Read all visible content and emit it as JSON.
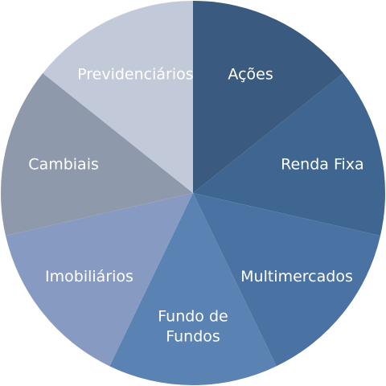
{
  "chart_data": {
    "type": "pie",
    "title": "",
    "categories": [
      "Ações",
      "Renda Fixa",
      "Multimercados",
      "Fundo de Fundos",
      "Imobiliários",
      "Cambiais",
      "Previdenciários"
    ],
    "label_lines": [
      [
        "Ações"
      ],
      [
        "Renda Fixa"
      ],
      [
        "Multimercados"
      ],
      [
        "Fundo de",
        "Fundos"
      ],
      [
        "Imobiliários"
      ],
      [
        "Cambiais"
      ],
      [
        "Previdenciários"
      ]
    ],
    "values": [
      1,
      1,
      1,
      1,
      1,
      1,
      1
    ],
    "colors": [
      "#3b5a7f",
      "#3f6690",
      "#4a73a3",
      "#5a82b3",
      "#879bc2",
      "#8e99ac",
      "#c2cada"
    ],
    "legend": "none",
    "labels_on_slices": true
  }
}
